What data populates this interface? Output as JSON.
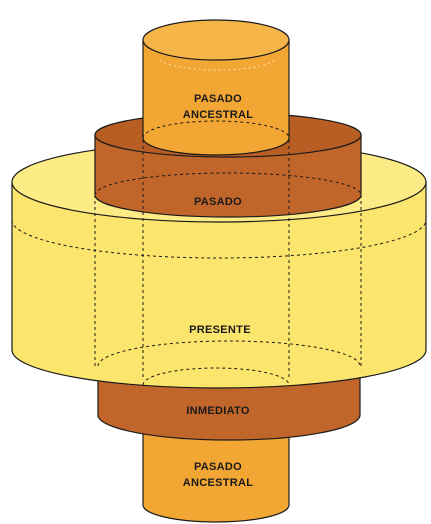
{
  "diagram": {
    "labels": {
      "top_cylinder_line1": "PASADO",
      "top_cylinder_line2": "ANCESTRAL",
      "upper_ring": "PASADO",
      "center_disc": "PRESENTE",
      "lower_ring": "INMEDIATO",
      "bottom_cylinder_line1": "PASADO",
      "bottom_cylinder_line2": "ANCESTRAL"
    },
    "colors": {
      "ancestral_fill": "#F2A634",
      "ancestral_top": "#F5B548",
      "ring_fill": "#C1662B",
      "ring_top": "#B85E25",
      "presente_fill": "#FBE56D",
      "presente_top": "#FDEB86",
      "outline": "#1a1a1a",
      "text": "#1a1a1a"
    }
  }
}
